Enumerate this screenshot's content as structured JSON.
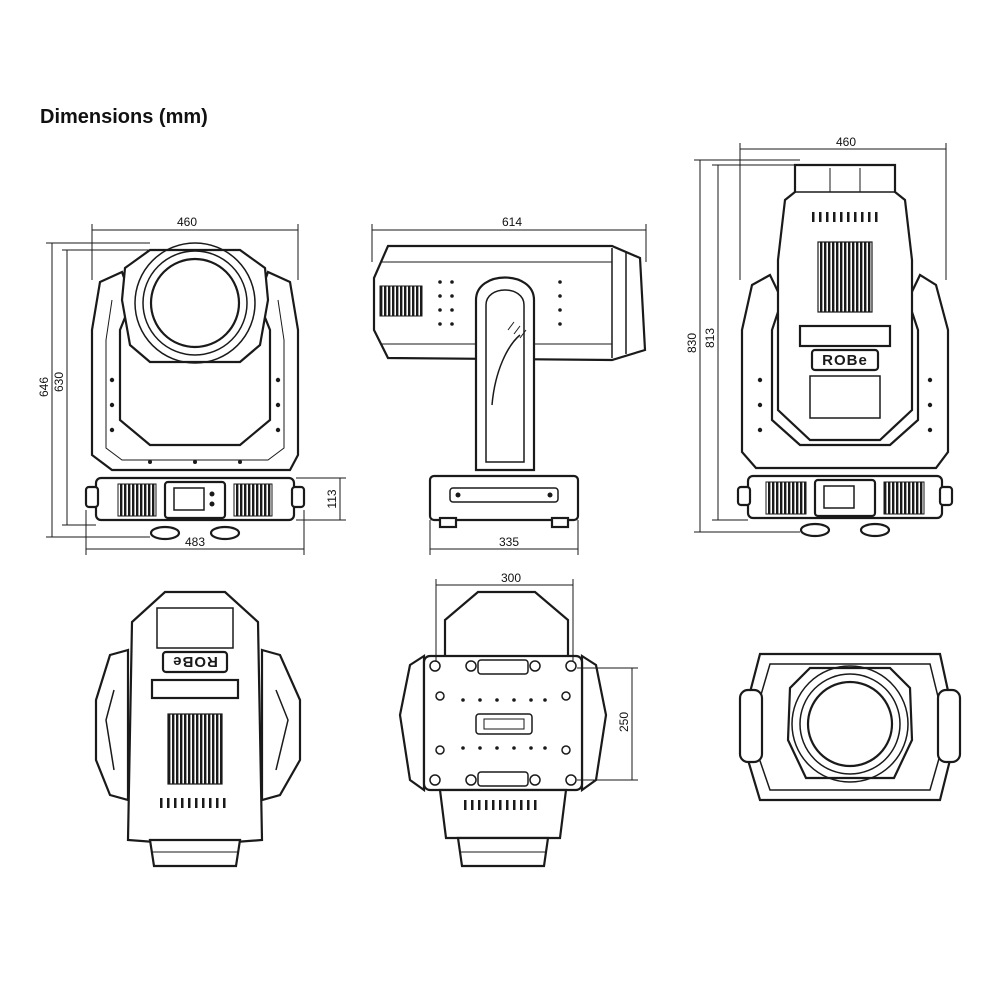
{
  "title": "Dimensions (mm)",
  "brand": "ROBe",
  "dimensions": {
    "front_width": "460",
    "front_base_width": "483",
    "front_height_total": "646",
    "front_height_body": "630",
    "base_height": "113",
    "side_length": "614",
    "side_base_width": "335",
    "back_width": "460",
    "back_height_total": "830",
    "back_height_body": "813",
    "bottom_mount_width": "300",
    "bottom_mount_depth": "250"
  }
}
